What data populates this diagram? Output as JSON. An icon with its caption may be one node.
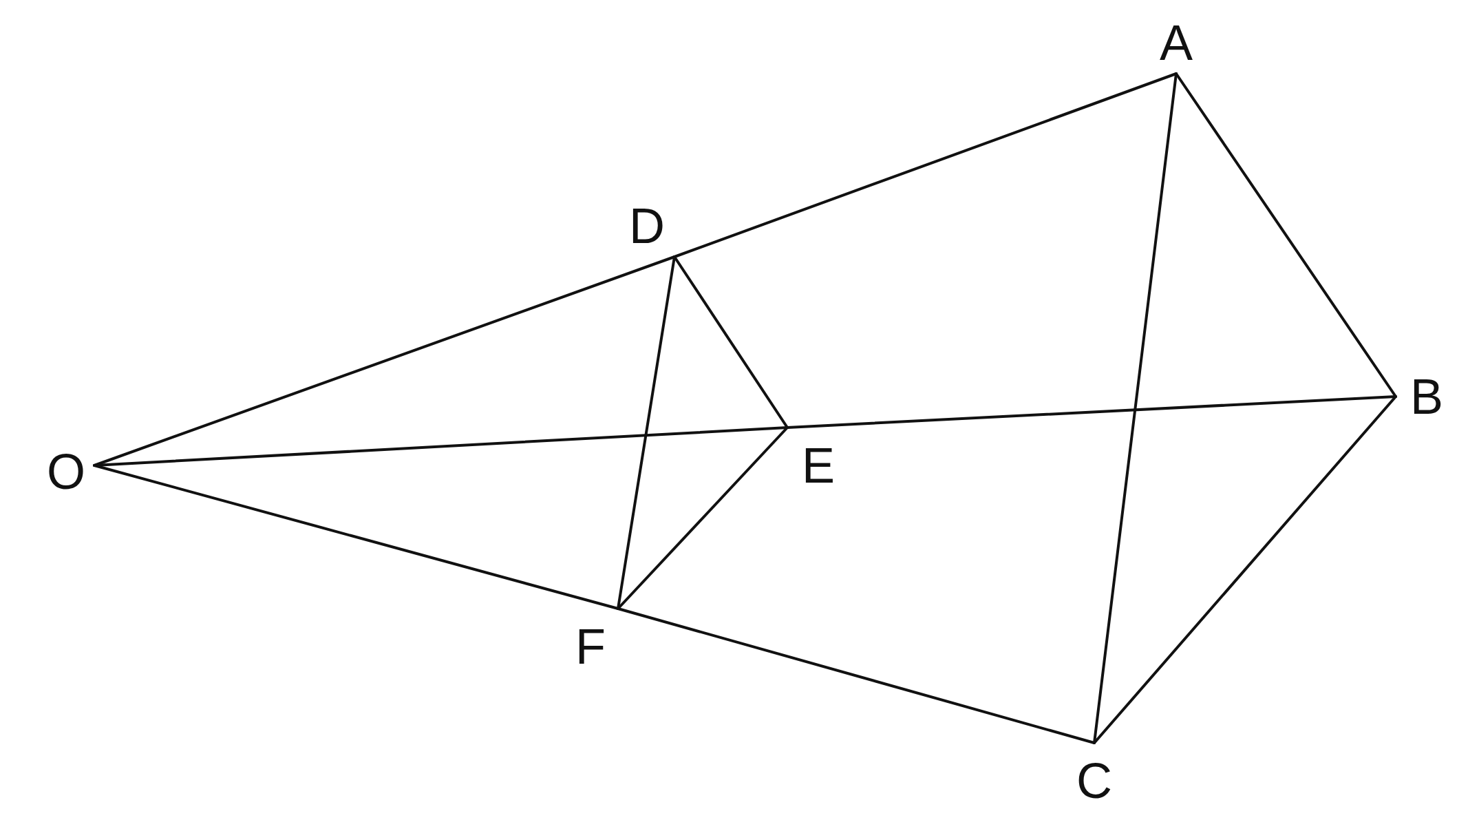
{
  "diagram": {
    "nodes": [
      {
        "text": [
          "A"
        ]
      },
      {
        "text": [
          "D"
        ]
      },
      {
        "text": [
          "B"
        ]
      },
      {
        "text": [
          "O"
        ]
      },
      {
        "text": [
          "E"
        ]
      },
      {
        "text": [
          "F"
        ]
      },
      {
        "text": [
          "C"
        ]
      }
    ],
    "edges": [
      {
        "from": 3,
        "to": 1,
        "arrow": "none"
      },
      {
        "from": 1,
        "to": 0,
        "arrow": "none"
      },
      {
        "from": 3,
        "to": 4,
        "arrow": "none"
      },
      {
        "from": 4,
        "to": 2,
        "arrow": "none"
      },
      {
        "from": 3,
        "to": 5,
        "arrow": "none"
      },
      {
        "from": 5,
        "to": 6,
        "arrow": "none"
      },
      {
        "from": 0,
        "to": 2,
        "arrow": "none"
      },
      {
        "from": 2,
        "to": 6,
        "arrow": "none"
      },
      {
        "from": 0,
        "to": 6,
        "arrow": "none"
      },
      {
        "from": 1,
        "to": 4,
        "arrow": "none"
      },
      {
        "from": 4,
        "to": 5,
        "arrow": "none"
      },
      {
        "from": 1,
        "to": 5,
        "arrow": "none"
      }
    ]
  }
}
